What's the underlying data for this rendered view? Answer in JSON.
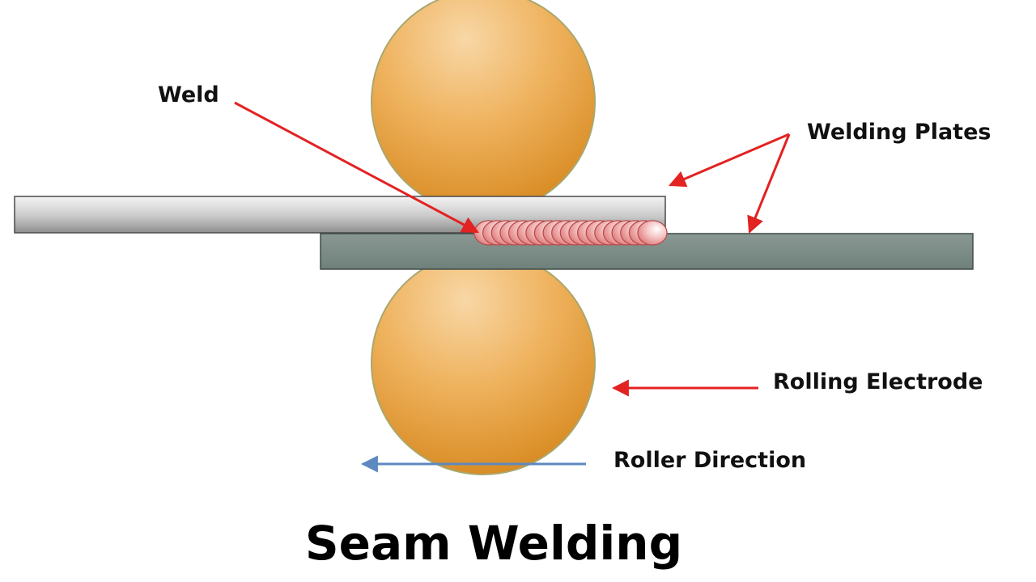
{
  "labels": {
    "weld": "Weld",
    "welding_plates": "Welding Plates",
    "rolling_electrode": "Rolling Electrode",
    "roller_direction": "Roller Direction"
  },
  "title": "Seam Welding",
  "colors": {
    "electrode_light": "#f6c98a",
    "electrode_dark": "#db8d21",
    "electrode_outline": "#a9a76e",
    "top_plate_light": "#fafafa",
    "top_plate_dark": "#8c8c8c",
    "bottom_plate": "#7c8c87",
    "weld_bead": "#f2b6b6",
    "label_arrow": "#e32222",
    "direction_arrow": "#5d89bf",
    "text": "#111111"
  },
  "icons": {
    "electrodes": "circle-roller",
    "arrows": "arrow-pointer"
  }
}
